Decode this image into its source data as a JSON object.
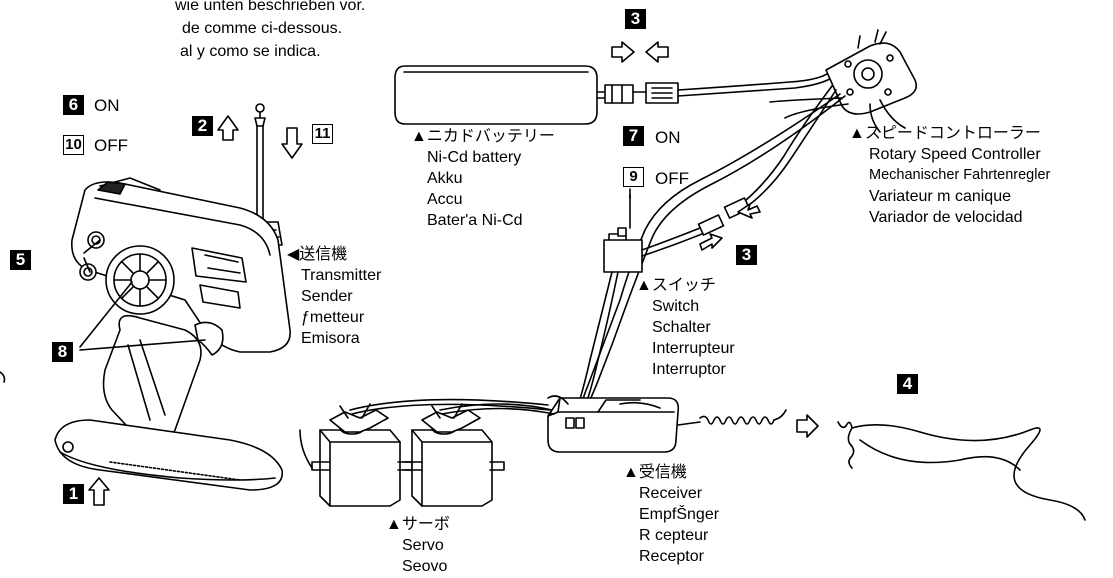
{
  "intro_lines": [
    "wie unten beschrieben vor.",
    "de comme ci-dessous.",
    "al y como se indica."
  ],
  "steps": {
    "s1": "1",
    "s2": "2",
    "s3a": "3",
    "s3b": "3",
    "s4": "4",
    "s5": "5",
    "s6": "6",
    "s7": "7",
    "s8": "8",
    "s9": "9",
    "s10": "10",
    "s11": "11"
  },
  "power": {
    "on": "ON",
    "off": "OFF"
  },
  "battery": [
    "▲ニカドバッテリー",
    "Ni-Cd battery",
    "Akku",
    "Accu",
    "Bater'a Ni-Cd"
  ],
  "controller": [
    "▲スピードコントローラー",
    "Rotary Speed Controller",
    "Mechanischer Fahrtenregler",
    "Variateur m canique",
    "Variador de velocidad"
  ],
  "transmitter": [
    "◀送信機",
    "Transmitter",
    "Sender",
    "ƒmetteur",
    "Emisora"
  ],
  "switch": [
    "▲スイッチ",
    "Switch",
    "Schalter",
    "Interrupteur",
    "Interruptor"
  ],
  "servo": [
    "▲サーボ",
    "Servo",
    "Seovo"
  ],
  "receiver": [
    "▲受信機",
    "Receiver",
    "EmpfŠnger",
    "R cepteur",
    "Receptor"
  ],
  "icons": [
    "transmitter-illustration",
    "battery-illustration",
    "speed-controller-illustration",
    "switch-illustration",
    "servo-illustration",
    "receiver-illustration",
    "antenna-wire-illustration",
    "arrow-icon"
  ]
}
